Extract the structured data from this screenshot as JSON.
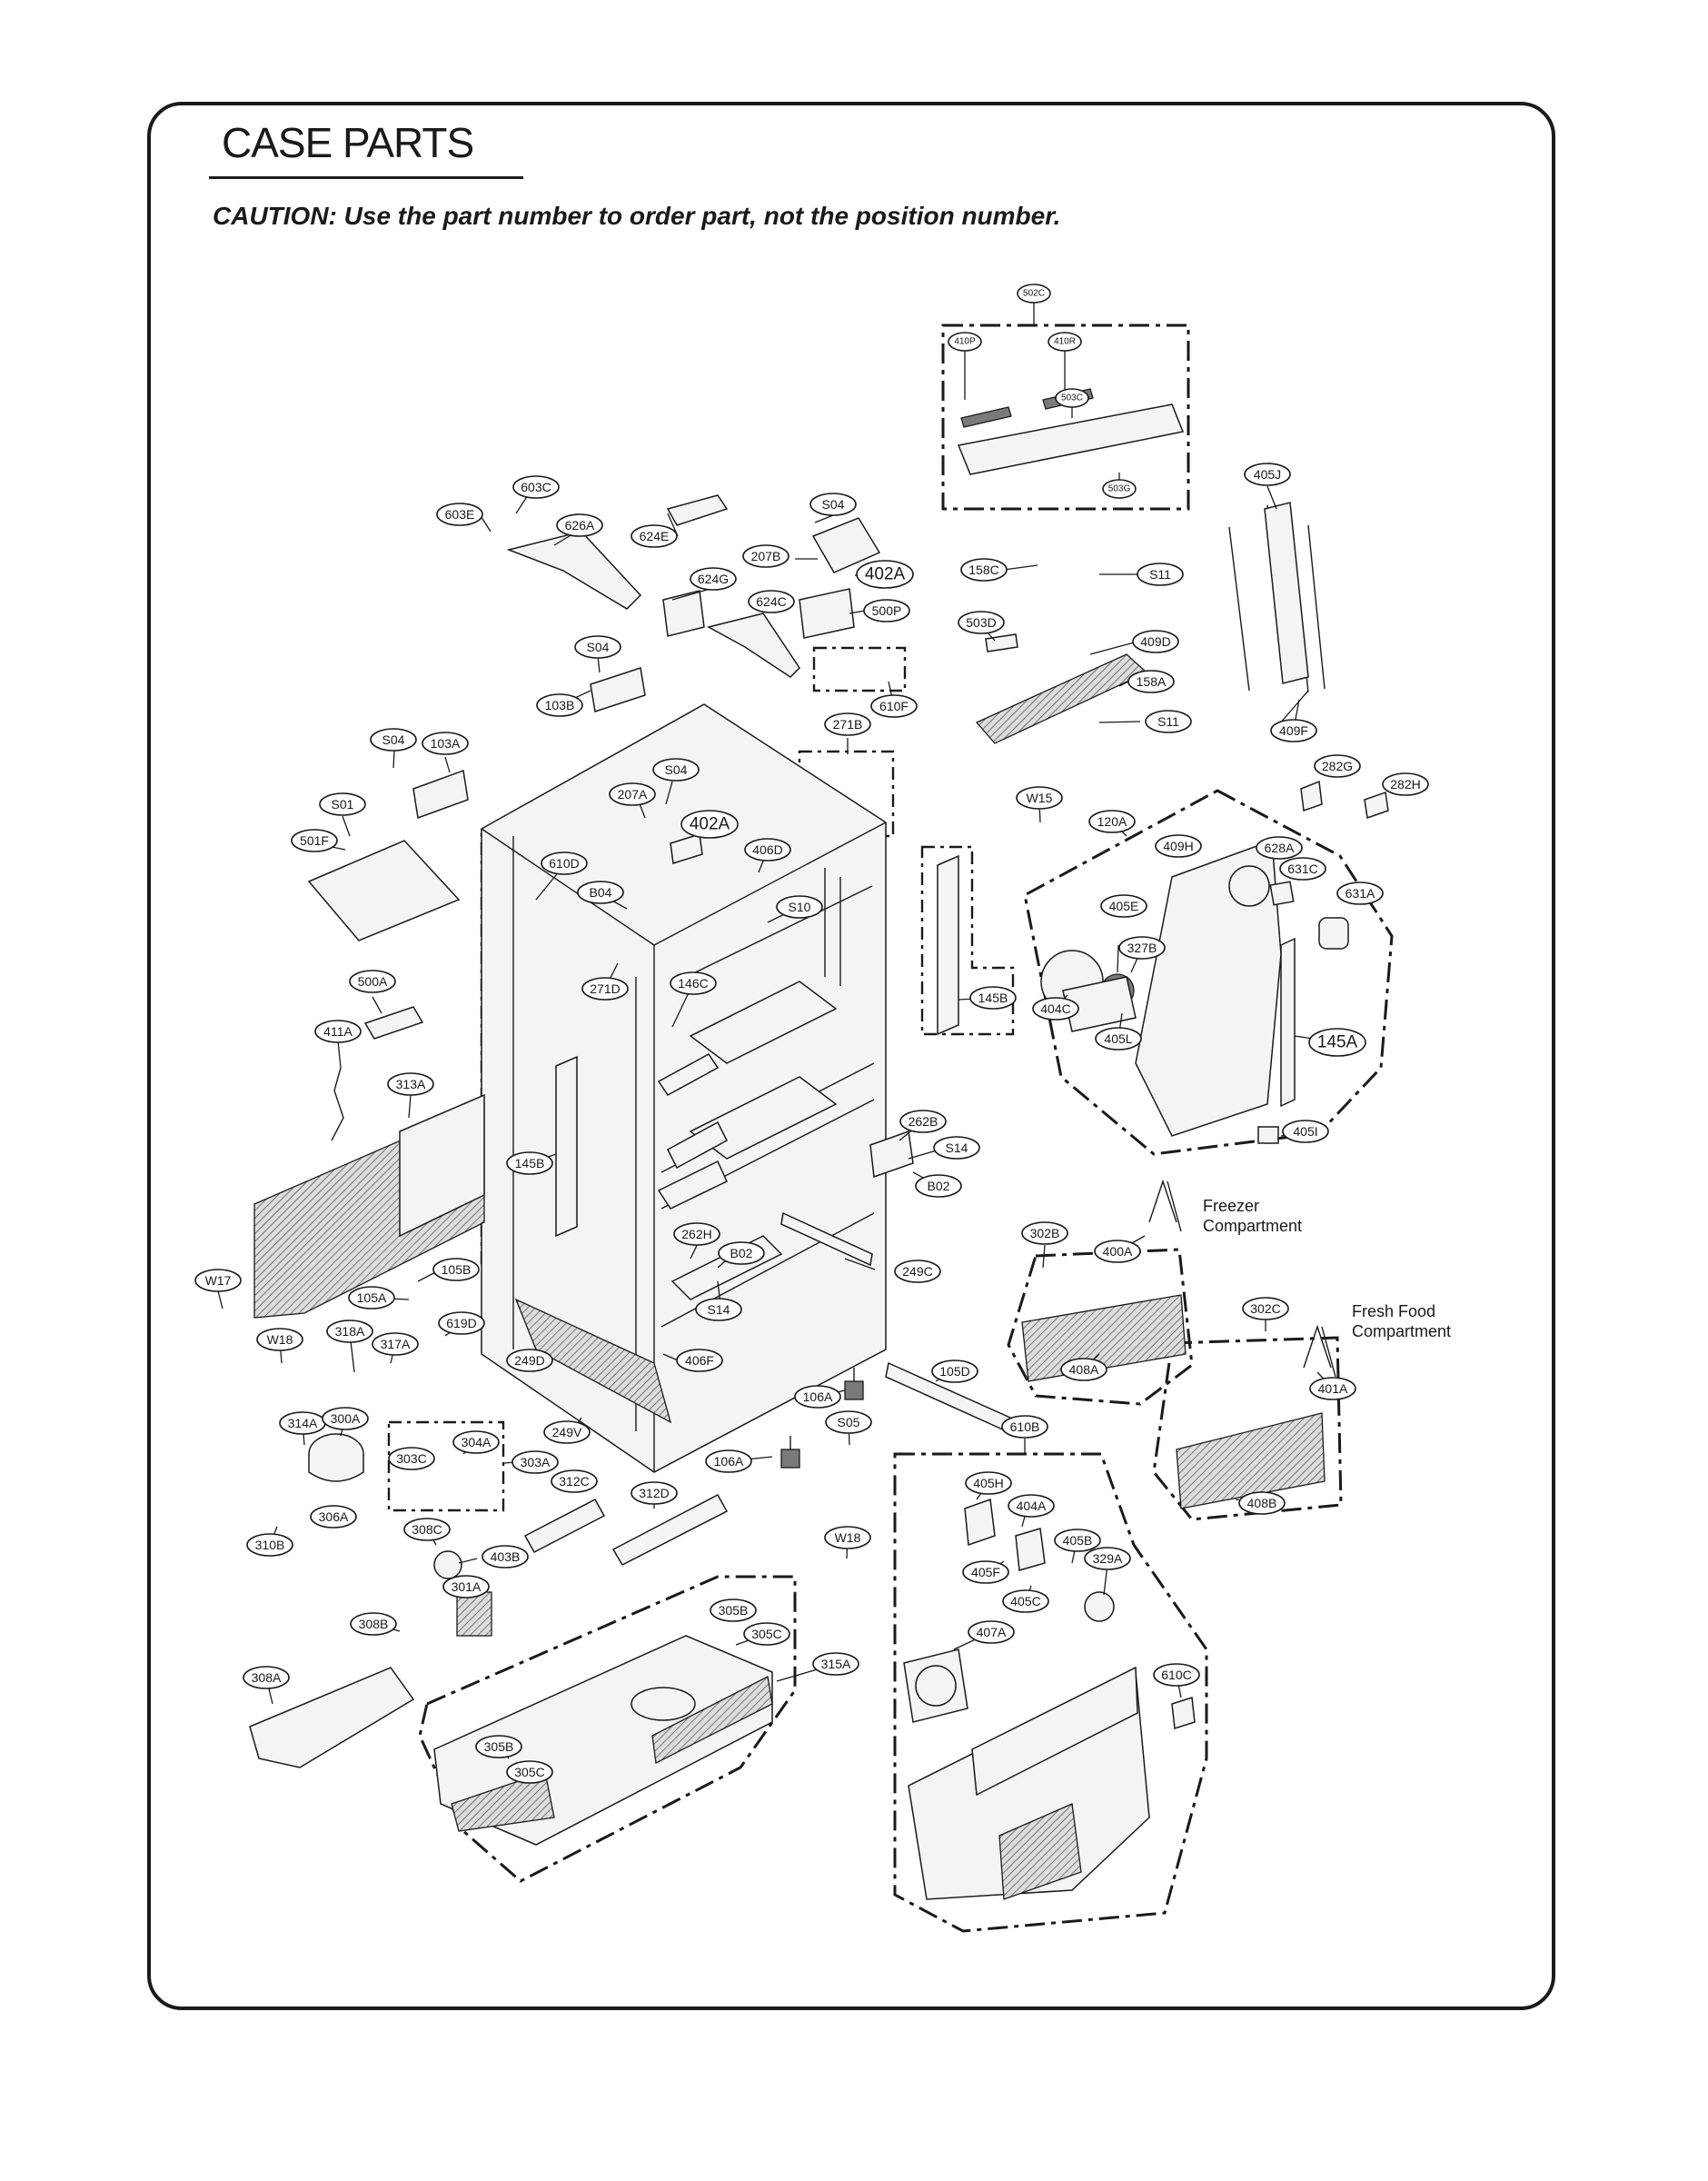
{
  "page": {
    "title": "CASE PARTS",
    "caution": "CAUTION: Use the part number to order part, not the position number."
  },
  "compartments": {
    "freezer": "Freezer\nCompartment",
    "fresh_food": "Fresh Food\nCompartment"
  },
  "callouts": [
    "502C",
    "410P",
    "410R",
    "503C",
    "503G",
    "405J",
    "603C",
    "603E",
    "626A",
    "624E",
    "S04",
    "207B",
    "402A",
    "158C",
    "S11",
    "624G",
    "624C",
    "500P",
    "503D",
    "409D",
    "158A",
    "S04",
    "103B",
    "610F",
    "S11",
    "409F",
    "S04",
    "103A",
    "271B",
    "S04",
    "207A",
    "402A",
    "W15",
    "120A",
    "282G",
    "282H",
    "S01",
    "501F",
    "610D",
    "B04",
    "406D",
    "S10",
    "409H",
    "628A",
    "631C",
    "631A",
    "405E",
    "327B",
    "271D",
    "146C",
    "145B",
    "404C",
    "405L",
    "145A",
    "405I",
    "500A",
    "411A",
    "313A",
    "145B",
    "262B",
    "S14",
    "B02",
    "302B",
    "400A",
    "262H",
    "B02",
    "249C",
    "W17",
    "105B",
    "105A",
    "619D",
    "S14",
    "W18",
    "318A",
    "317A",
    "249D",
    "406F",
    "302C",
    "401A",
    "408A",
    "105D",
    "106A",
    "314A",
    "300A",
    "304A",
    "249V",
    "S05",
    "610B",
    "303C",
    "303A",
    "106A",
    "312C",
    "312D",
    "405H",
    "404A",
    "306A",
    "308C",
    "W18",
    "405B",
    "329A",
    "403B",
    "405F",
    "405C",
    "310B",
    "301A",
    "408B",
    "305B",
    "305C",
    "315A",
    "308B",
    "407A",
    "308A",
    "610C",
    "305B",
    "305C"
  ]
}
